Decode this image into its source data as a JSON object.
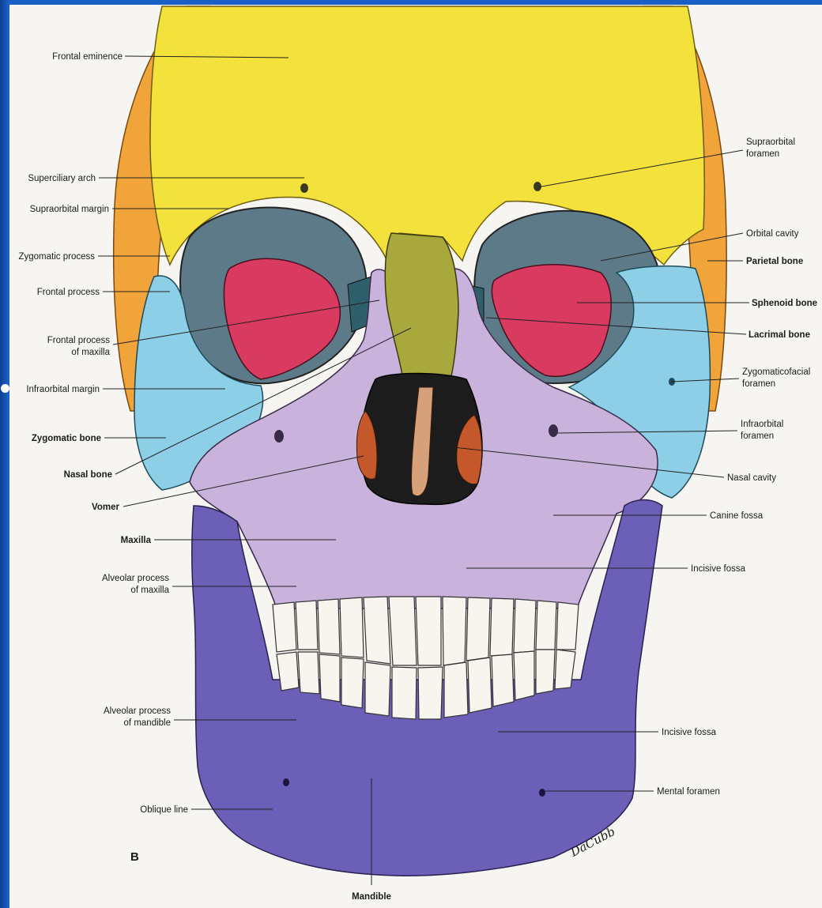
{
  "figure": {
    "panel_letter": "B",
    "signature": "DaCubb",
    "colors": {
      "slide_background": "#1a5fc6",
      "frontal": "#f3e23c",
      "parietal": "#f0a43a",
      "sphenoid": "#d83a60",
      "zygomatic": "#8ccfe6",
      "nasal": "#a8a83c",
      "lacrimal": "#2f5f6a",
      "maxilla": "#c9b3dc",
      "vomer": "#c4582a",
      "mandible": "#6b5fb8",
      "teeth": "#f7f5ee"
    },
    "labels_left": {
      "frontal_eminence": "Frontal eminence",
      "superciliary_arch": "Superciliary arch",
      "supraorbital_margin": "Supraorbital margin",
      "zygomatic_process": "Zygomatic process",
      "frontal_process": "Frontal process",
      "frontal_process_maxilla_1": "Frontal process",
      "frontal_process_maxilla_2": "of maxilla",
      "infraorbital_margin": "Infraorbital margin",
      "zygomatic_bone": "Zygomatic bone",
      "nasal_bone": "Nasal bone",
      "vomer": "Vomer",
      "maxilla": "Maxilla",
      "alveolar_process_maxilla_1": "Alveolar process",
      "alveolar_process_maxilla_2": "of maxilla",
      "alveolar_process_mandible_1": "Alveolar process",
      "alveolar_process_mandible_2": "of mandible",
      "oblique_line": "Oblique line"
    },
    "labels_right": {
      "supraorbital_foramen_1": "Supraorbital",
      "supraorbital_foramen_2": "foramen",
      "orbital_cavity": "Orbital cavity",
      "parietal_bone": "Parietal bone",
      "sphenoid_bone": "Sphenoid bone",
      "lacrimal_bone": "Lacrimal bone",
      "zygomaticofacial_foramen_1": "Zygomaticofacial",
      "zygomaticofacial_foramen_2": "foramen",
      "infraorbital_foramen_1": "Infraorbital",
      "infraorbital_foramen_2": "foramen",
      "nasal_cavity": "Nasal cavity",
      "canine_fossa": "Canine fossa",
      "incisive_fossa_upper": "Incisive fossa",
      "incisive_fossa_lower": "Incisive fossa",
      "mental_foramen": "Mental foramen"
    },
    "labels_bottom": {
      "mandible": "Mandible"
    }
  }
}
